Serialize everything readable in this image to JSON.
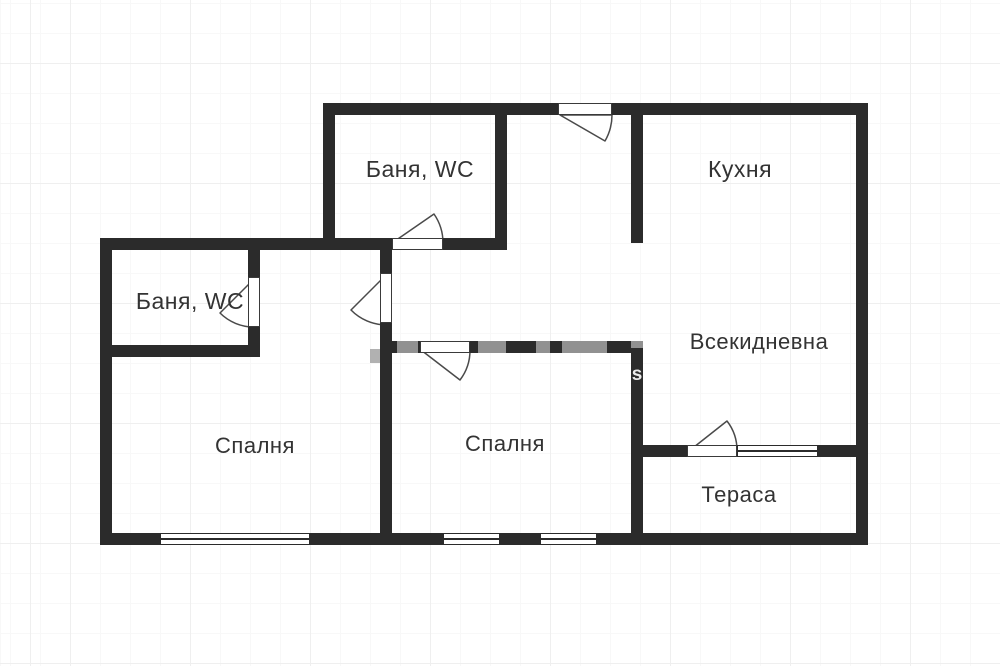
{
  "rooms": [
    {
      "id": "bathroom-top",
      "label": "Баня, WC"
    },
    {
      "id": "kitchen",
      "label": "Кухня"
    },
    {
      "id": "bathroom-left",
      "label": "Баня, WC"
    },
    {
      "id": "living-room",
      "label": "Всекидневна"
    },
    {
      "id": "bedroom-left",
      "label": "Спалня"
    },
    {
      "id": "bedroom-middle",
      "label": "Спалня"
    },
    {
      "id": "terrace",
      "label": "Тераса"
    }
  ],
  "watermark": {
    "visible_letter": "s"
  },
  "colors": {
    "wall": "#2b2b2b",
    "background": "#ffffff",
    "door_arc": "#4a4a4a",
    "text": "#333333",
    "watermark": "#a3a3a3",
    "grid_major": "#efefef",
    "grid_minor": "#f8f8f8"
  }
}
